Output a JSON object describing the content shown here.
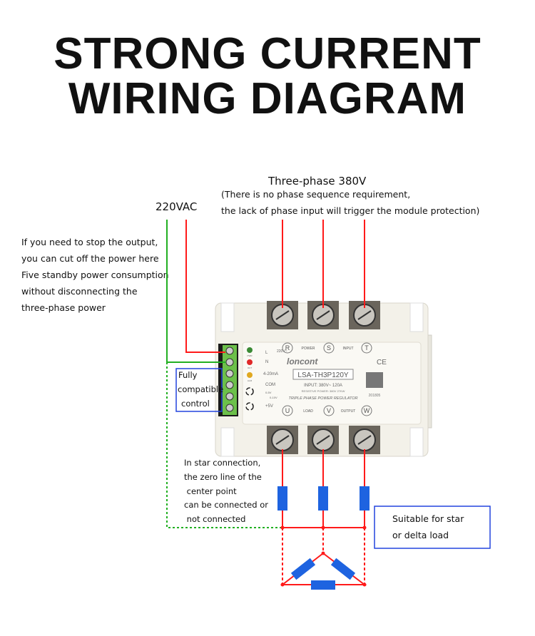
{
  "title": {
    "line1": "STRONG CURRENT",
    "line2": "WIRING DIAGRAM"
  },
  "supply": {
    "three_phase": "Three-phase 380V",
    "note_line1": "(There is no phase sequence requirement,",
    "note_line2": "the lack of phase input will trigger the module protection)",
    "single_phase": "220VAC"
  },
  "left_note": [
    "If you need to stop the output,",
    "you can cut off the power here",
    "Five standby power consumption",
    "without disconnecting the",
    "three-phase power"
  ],
  "control_box": [
    "Fully",
    "compatible",
    "control"
  ],
  "star_note": [
    "In star connection,",
    "the zero line of the",
    " center point",
    "can be connected or",
    " not connected"
  ],
  "load_box": [
    "Suitable for star",
    "or delta load"
  ],
  "module": {
    "brand": "loncont",
    "model": "LSA-TH3P120Y",
    "input": "INPUT:  380V~ 120A",
    "resistive": "RESISTIVE POWER: 380V 27KW",
    "name": "TRIPLE PHASE POWER REGULATOR",
    "date_code": "201805",
    "input_terminals": [
      "R",
      "S",
      "T"
    ],
    "output_terminals": [
      "U",
      "V",
      "W"
    ],
    "power_input_label": [
      "POWER",
      "INPUT"
    ],
    "load_output_label": [
      "LOAD",
      "OUTPUT"
    ],
    "control_labels": [
      "L",
      "N",
      "220V~",
      "4-20mA",
      "COM",
      "0-5V",
      "0-10V",
      "+5V"
    ],
    "leds": [
      "PWR",
      "OUT",
      "ALM"
    ],
    "marks": [
      "CE"
    ],
    "colors": {
      "wire_live": "#ff1a1a",
      "wire_control": "#22b022",
      "load": "#1e63e0",
      "box": "#2244dd"
    }
  }
}
